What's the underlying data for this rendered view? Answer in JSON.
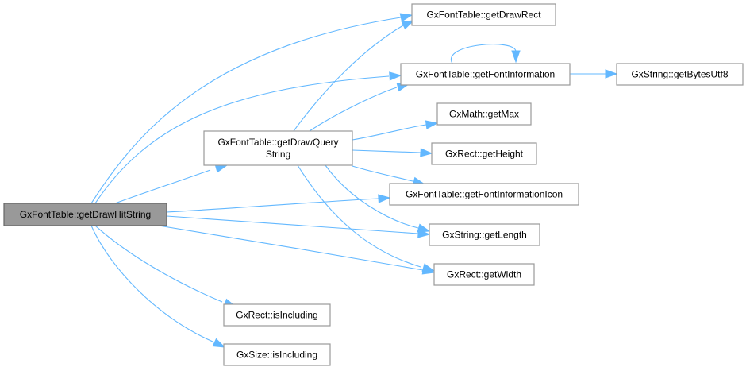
{
  "diagram": {
    "type": "call-graph",
    "root": "n0",
    "nodes": [
      {
        "id": "n0",
        "label": [
          "GxFontTable::getDrawHitString"
        ],
        "root": true
      },
      {
        "id": "n1",
        "label": [
          "GxFontTable::getDrawQuery",
          "String"
        ]
      },
      {
        "id": "n2",
        "label": [
          "GxFontTable::getDrawRect"
        ]
      },
      {
        "id": "n3",
        "label": [
          "GxFontTable::getFontInformation"
        ]
      },
      {
        "id": "n4",
        "label": [
          "GxString::getBytesUtf8"
        ]
      },
      {
        "id": "n5",
        "label": [
          "GxMath::getMax"
        ]
      },
      {
        "id": "n6",
        "label": [
          "GxRect::getHeight"
        ]
      },
      {
        "id": "n7",
        "label": [
          "GxFontTable::getFontInformationIcon"
        ]
      },
      {
        "id": "n8",
        "label": [
          "GxString::getLength"
        ]
      },
      {
        "id": "n9",
        "label": [
          "GxRect::getWidth"
        ]
      },
      {
        "id": "n10",
        "label": [
          "GxRect::isIncluding"
        ]
      },
      {
        "id": "n11",
        "label": [
          "GxSize::isIncluding"
        ]
      }
    ],
    "edges": [
      {
        "from": "n0",
        "to": "n1"
      },
      {
        "from": "n0",
        "to": "n2"
      },
      {
        "from": "n0",
        "to": "n3"
      },
      {
        "from": "n0",
        "to": "n7"
      },
      {
        "from": "n0",
        "to": "n8"
      },
      {
        "from": "n0",
        "to": "n9"
      },
      {
        "from": "n0",
        "to": "n10"
      },
      {
        "from": "n0",
        "to": "n11"
      },
      {
        "from": "n1",
        "to": "n2"
      },
      {
        "from": "n1",
        "to": "n3"
      },
      {
        "from": "n1",
        "to": "n5"
      },
      {
        "from": "n1",
        "to": "n6"
      },
      {
        "from": "n1",
        "to": "n7"
      },
      {
        "from": "n1",
        "to": "n8"
      },
      {
        "from": "n1",
        "to": "n9"
      },
      {
        "from": "n3",
        "to": "n3"
      },
      {
        "from": "n3",
        "to": "n4"
      }
    ]
  }
}
